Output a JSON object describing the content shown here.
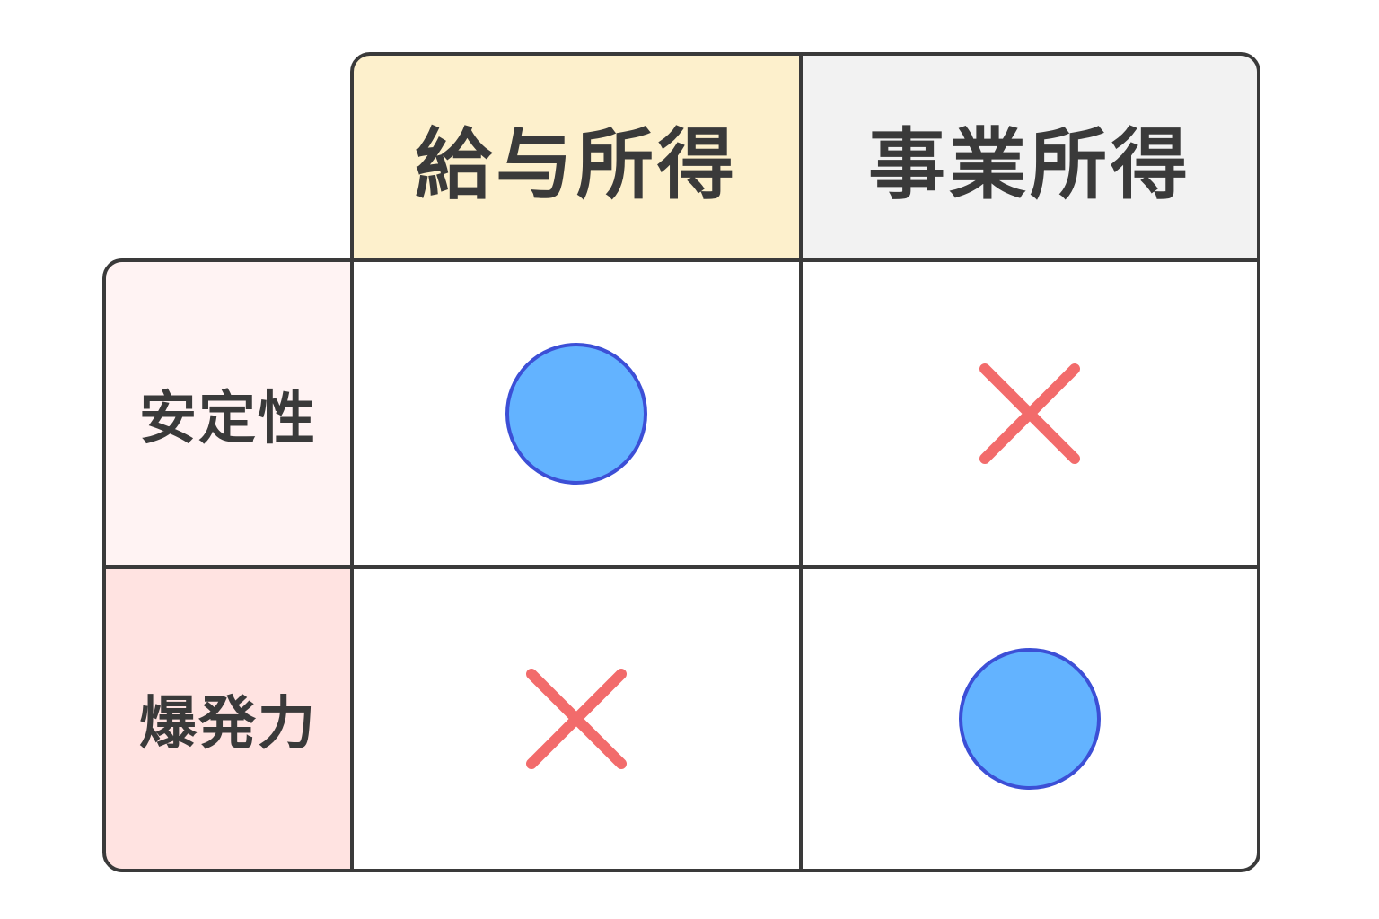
{
  "colors": {
    "col1_header_bg": "#fdf0cc",
    "col2_header_bg": "#f2f2f2",
    "row1_header_bg": "#fff3f3",
    "row2_header_bg": "#ffe3e1",
    "border": "#3a3a3a",
    "circle_fill": "#63b3ff",
    "circle_stroke": "#3c4fd6",
    "cross": "#f26b6b"
  },
  "columns": [
    {
      "label": "給与所得"
    },
    {
      "label": "事業所得"
    }
  ],
  "rows": [
    {
      "label": "安定性",
      "marks": [
        "circle",
        "cross"
      ]
    },
    {
      "label": "爆発力",
      "marks": [
        "cross",
        "circle"
      ]
    }
  ]
}
